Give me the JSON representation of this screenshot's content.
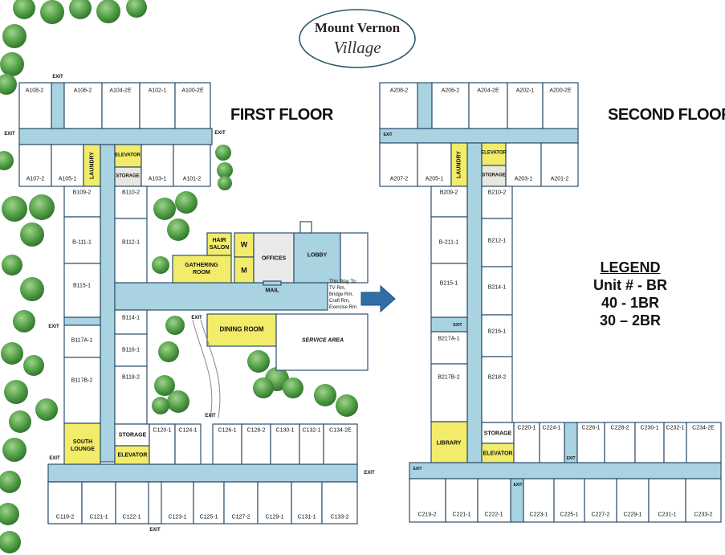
{
  "logo": {
    "name": "Mount Vernon",
    "subtitle": "Village"
  },
  "floors": {
    "first": {
      "title": "FIRST FLOOR"
    },
    "second": {
      "title": "SECOND FLOOR"
    }
  },
  "legend": {
    "title": "LEGEND",
    "line1": "Unit # - BR",
    "line2": "40  - 1BR",
    "line3": "30 – 2BR"
  },
  "exit_label": "EXIT",
  "directions": {
    "l1": "This Way To:",
    "l2": "TV Rm,",
    "l3": "Bridge Rm,",
    "l4": "Craft Rm,",
    "l5": "Exercise Rm"
  },
  "first_floor_units": {
    "a108": "A108-2",
    "a106": "A106-2",
    "a104": "A104-2E",
    "a102": "A102-1",
    "a100": "A100-2E",
    "a107": "A107-2",
    "a105": "A105-1",
    "a103": "A103-1",
    "a101": "A101-2",
    "b109": "B109-2",
    "b111": "B-111-1",
    "b115": "B115-1",
    "b117a": "B117A-1",
    "b117b": "B117B-2",
    "b110": "B110-2",
    "b112": "B112-1",
    "b114": "B114-1",
    "b116": "B116-1",
    "b118": "B118-2",
    "c120": "C120-1",
    "c124": "C124-1",
    "c126": "C126-1",
    "c128": "C128-2",
    "c130": "C130-1",
    "c132": "C132-1",
    "c134": "C134-2E",
    "c119": "C119-2",
    "c121": "C121-1",
    "c122": "C122-1",
    "c123": "C123-1",
    "c125": "C125-1",
    "c127": "C127-2",
    "c129": "C129-1",
    "c131": "C131-1",
    "c133": "C133-2"
  },
  "first_floor_facilities": {
    "laundry": "LAUNDRY",
    "elevator_top": "ELEVATOR",
    "storage_top": "STORAGE",
    "hair_salon_1": "HAIR",
    "hair_salon_2": "SALON",
    "gathering_1": "GATHERING",
    "gathering_2": "ROOM",
    "w": "W",
    "m": "M",
    "offices": "OFFICES",
    "lobby": "LOBBY",
    "mail": "MAIL",
    "dining": "DINING ROOM",
    "service": "SERVICE AREA",
    "south_1": "SOUTH",
    "south_2": "LOUNGE",
    "storage_bottom": "STORAGE",
    "elevator_bottom": "ELEVATOR"
  },
  "second_floor_units": {
    "a208": "A208-2",
    "a206": "A206-2",
    "a204": "A204-2E",
    "a202": "A202-1",
    "a200": "A200-2E",
    "a207": "A207-2",
    "a205": "A205-1",
    "a203": "A203-1",
    "a201": "A201-2",
    "b209": "B209-2",
    "b211": "B-211-1",
    "b215": "B215-1",
    "b217a": "B217A-1",
    "b217b": "B217B-2",
    "b210": "B210-2",
    "b212": "B212-1",
    "b214": "B214-1",
    "b216": "B216-1",
    "b218": "B218-2",
    "c220": "C220-1",
    "c224": "C224-1",
    "c226": "C226-1",
    "c228": "C228-2",
    "c230": "C230-1",
    "c232": "C232-1",
    "c234": "C234-2E",
    "c219": "C219-2",
    "c221": "C221-1",
    "c222": "C222-1",
    "c223": "C223-1",
    "c225": "C225-1",
    "c227": "C227-2",
    "c229": "C229-1",
    "c231": "C231-1",
    "c233": "C233-2"
  },
  "second_floor_facilities": {
    "laundry": "LAUNDRY",
    "elevator_top": "ELEVATOR",
    "storage_top": "STORAGE",
    "library": "LIBRARY",
    "storage_bottom": "STORAGE",
    "elevator_bottom": "ELEVATOR"
  },
  "colors": {
    "corridor": "#a9d3e0",
    "facility": "#f2ec6a",
    "room_border": "#2f4f6f",
    "tree": "#3f8f3a",
    "tree_light": "#7fc06e",
    "arrow": "#2f6fa6"
  },
  "icons": {
    "direction_arrow": "arrow-right-icon",
    "trees": "tree-icon"
  }
}
